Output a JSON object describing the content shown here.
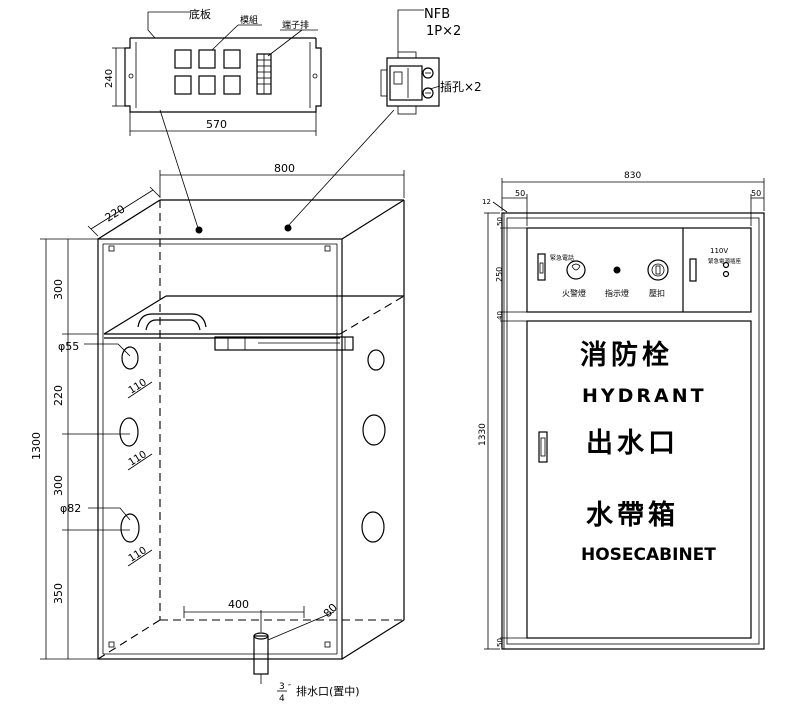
{
  "top_panel": {
    "base_label": "底板",
    "module_label": "模組",
    "terminal_label": "端子排",
    "width_dim": "570",
    "height_dim": "240"
  },
  "nfb": {
    "label": "NFB",
    "spec": "1P×2",
    "socket_label": "插孔×2"
  },
  "cabinet_3d": {
    "width_dim": "800",
    "depth_dim": "220",
    "height_dim": "1300",
    "seg_300_top": "300",
    "seg_220": "220",
    "seg_300_mid": "300",
    "seg_350": "350",
    "hole_small": "φ55",
    "hole_large": "φ82",
    "hole_spacing_1": "110",
    "hole_spacing_2": "110",
    "hole_spacing_3": "110",
    "bottom_width": "400",
    "drain_offset": "80",
    "drain_frac_num": "3",
    "drain_frac_den": "4",
    "drain_label": "排水口(置中)"
  },
  "front_view": {
    "width_dim": "830",
    "left_margin": "50",
    "right_margin": "50",
    "corner_dim": "12",
    "height_dim": "1330",
    "seg_top": "50",
    "seg_panel": "250",
    "seg_gap": "40",
    "seg_bottom": "50",
    "switch_label": "緊急電話",
    "alarm_label": "火警燈",
    "indicator_label": "指示燈",
    "button_label": "壓扣",
    "voltage_label": "110V",
    "socket_label": "緊急電源插座",
    "title_cn1": "消防栓",
    "title_en1": "HYDRANT",
    "title_cn2": "出水口",
    "title_cn3": "水帶箱",
    "title_en2": "HOSECABINET"
  }
}
